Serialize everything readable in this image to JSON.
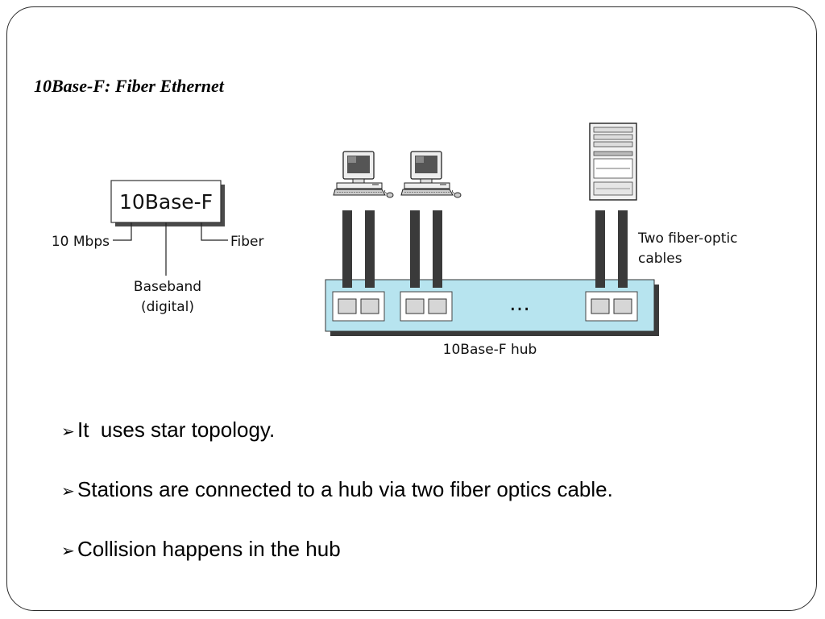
{
  "slide": {
    "title": "10Base-F: Fiber Ethernet",
    "bullets": [
      "It  uses star topology.",
      "Stations are connected to a hub via two fiber optics cable.",
      "Collision happens in the hub"
    ],
    "bullet_icon": "arrowhead-bullet-icon"
  },
  "naming_diagram": {
    "name": "10Base-F",
    "name_color": "#e0187f",
    "speed_label": "10 Mbps",
    "signal_label_line1": "Baseband",
    "signal_label_line2": "(digital)",
    "medium_label": "Fiber"
  },
  "topology_diagram": {
    "hub_label": "10Base-F  hub",
    "hub_color": "#b7e4ef",
    "ellipsis": "…",
    "cable_label_line1": "Two fiber-optic",
    "cable_label_line2": "cables",
    "cable_color": "#3a3a3a",
    "stations": [
      "computer-icon",
      "computer-icon",
      "server-icon"
    ]
  }
}
